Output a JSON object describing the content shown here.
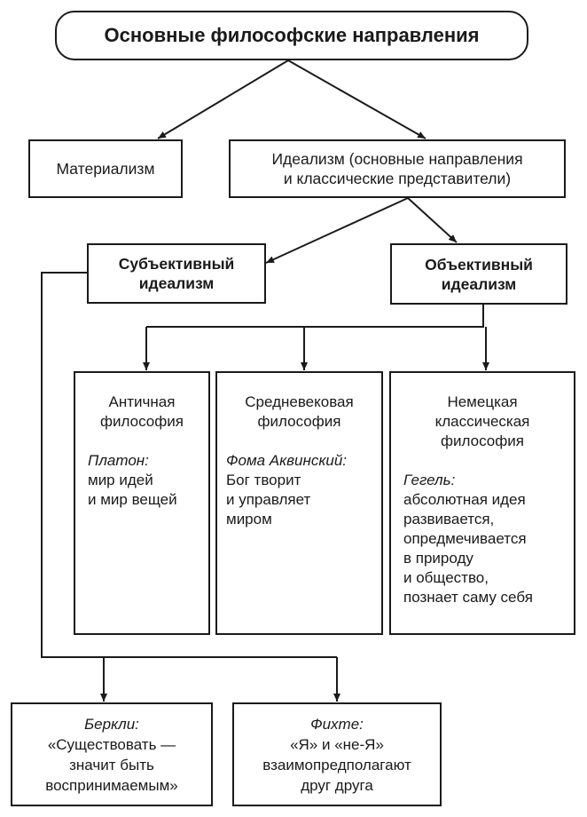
{
  "title": "Основные философские направления",
  "materialism": "Материализм",
  "idealism": [
    "Идеализм (основные направления",
    "и классические представители)"
  ],
  "subjective": [
    "Субъективный",
    "идеализм"
  ],
  "objective": [
    "Объективный",
    "идеализм"
  ],
  "cards": [
    {
      "head": [
        "Античная",
        "философия"
      ],
      "person": "Платон",
      "desc": [
        "мир идей",
        "и мир вещей"
      ]
    },
    {
      "head": [
        "Средневековая",
        "философия"
      ],
      "person": "Фома Аквинский",
      "desc": [
        "Бог творит",
        "и управляет",
        "миром"
      ]
    },
    {
      "head": [
        "Немецкая",
        "классическая",
        "философия"
      ],
      "person": "Гегель",
      "desc": [
        "абсолютная идея",
        "развивается,",
        "опредмечивается",
        "в природу",
        "и общество,",
        "познает саму себя"
      ]
    }
  ],
  "berkeley": {
    "person": "Беркли",
    "desc": [
      "«Существовать —",
      "значит быть",
      "воспринимаемым»"
    ]
  },
  "fichte": {
    "person": "Фихте",
    "desc": [
      "«Я» и «не-Я»",
      "взаимопредполагают",
      "друг друга"
    ]
  }
}
